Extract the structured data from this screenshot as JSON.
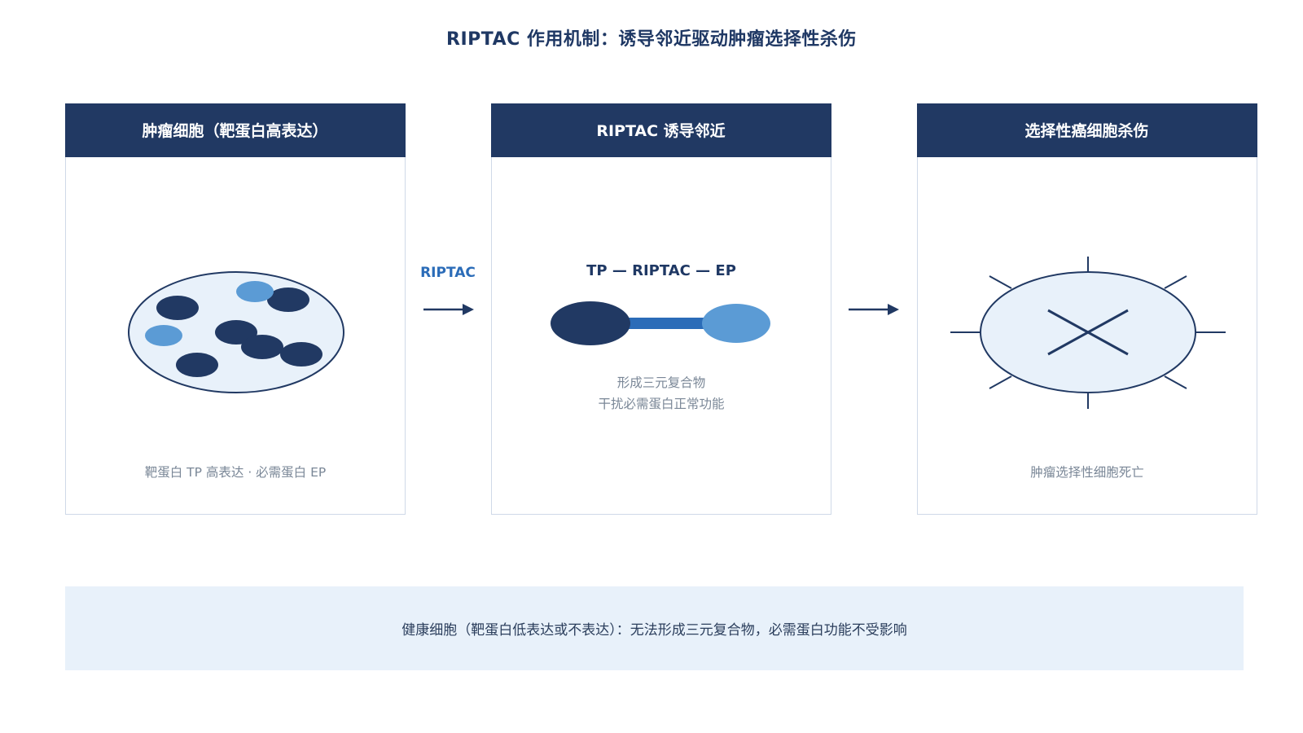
{
  "title": "RIPTAC 作用机制：诱导邻近驱动肿瘤选择性杀伤",
  "panels": [
    {
      "header": "肿瘤细胞（靶蛋白高表达）",
      "caption": "靶蛋白 TP 高表达 · 必需蛋白 EP"
    },
    {
      "header": "RIPTAC 诱导邻近",
      "complex_label": "TP — RIPTAC — EP",
      "caption_lines": [
        "形成三元复合物",
        "干扰必需蛋白正常功能"
      ]
    },
    {
      "header": "选择性癌细胞杀伤",
      "caption": "肿瘤选择性细胞死亡"
    }
  ],
  "arrow_label": "RIPTAC",
  "note": "健康细胞（靶蛋白低表达或不表达）：无法形成三元复合物，必需蛋白功能不受影响",
  "colors": {
    "navy": "#213963",
    "light_blue": "#5b9bd5",
    "accent_blue": "#2b6cb8",
    "cell_fill": "#e8f1fa"
  }
}
